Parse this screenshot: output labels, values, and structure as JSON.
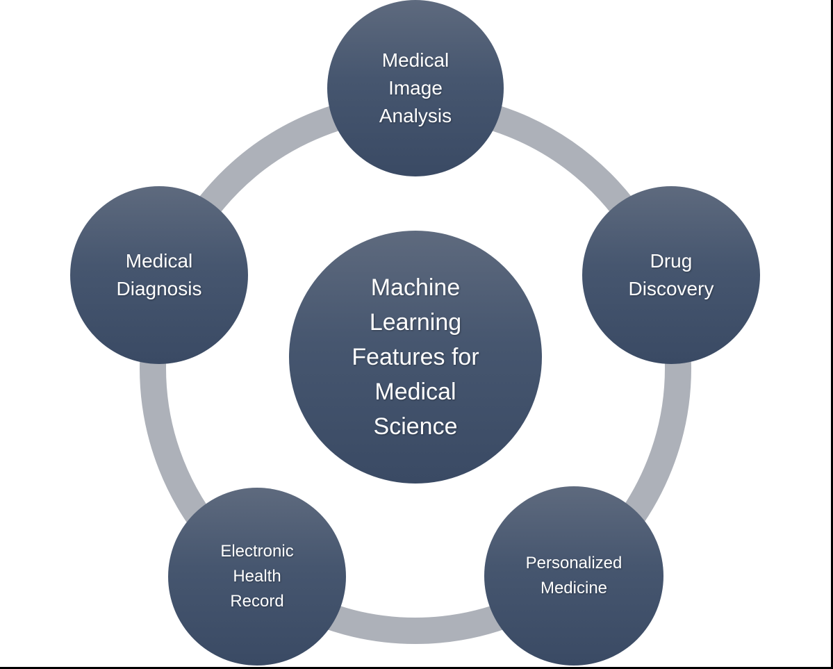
{
  "diagram": {
    "center": {
      "label": "Machine\nLearning\nFeatures for\nMedical\nScience"
    },
    "nodes": [
      {
        "id": "top",
        "label": "Medical\nImage\nAnalysis"
      },
      {
        "id": "right",
        "label": "Drug\nDiscovery"
      },
      {
        "id": "bottom-right",
        "label": "Personalized\nMedicine"
      },
      {
        "id": "bottom-left",
        "label": "Electronic\nHealth\nRecord"
      },
      {
        "id": "left",
        "label": "Medical\nDiagnosis"
      }
    ],
    "colors": {
      "node_top": "#5e6a7e",
      "node_bottom": "#3a4a64",
      "ring": "#adb1b9",
      "text": "#ffffff"
    }
  }
}
